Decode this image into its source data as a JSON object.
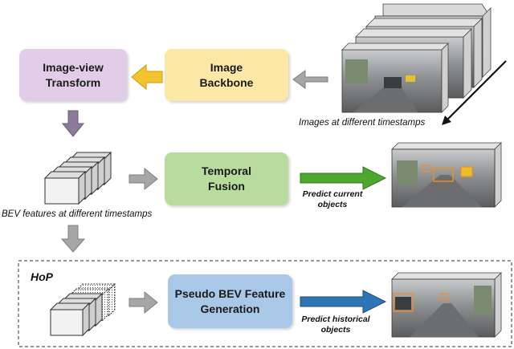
{
  "boxes": {
    "image_view_transform": "Image-view\nTransform",
    "image_backbone": "Image\nBackbone",
    "temporal_fusion": "Temporal\nFusion",
    "pseudo_bev": "Pseudo BEV Feature\nGeneration"
  },
  "captions": {
    "images_timestamps": "Images at different timestamps",
    "bev_timestamps": "BEV features at different timestamps"
  },
  "predict": {
    "current": "Predict current\nobjects",
    "historical": "Predict historical\nobjects"
  },
  "hop_label": "HoP",
  "colors": {
    "purple_box": "#e2cde8",
    "yellow_box": "#fbe7a6",
    "green_box": "#b8dc9e",
    "blue_box": "#a9c8e8",
    "purple_arrow": "#8e7a9a",
    "yellow_arrow": "#f4c430",
    "gray_arrow": "#a6a6a6",
    "green_arrow": "#4ea72e",
    "blue_arrow": "#2e75b6",
    "frame_gray": "#d9d9d9"
  },
  "icons": [
    "left-arrow-icon",
    "down-arrow-icon",
    "right-arrow-icon",
    "diagonal-arrow-icon",
    "image-stack-icon",
    "bev-feature-stack-icon",
    "road-scene-image-icon"
  ]
}
